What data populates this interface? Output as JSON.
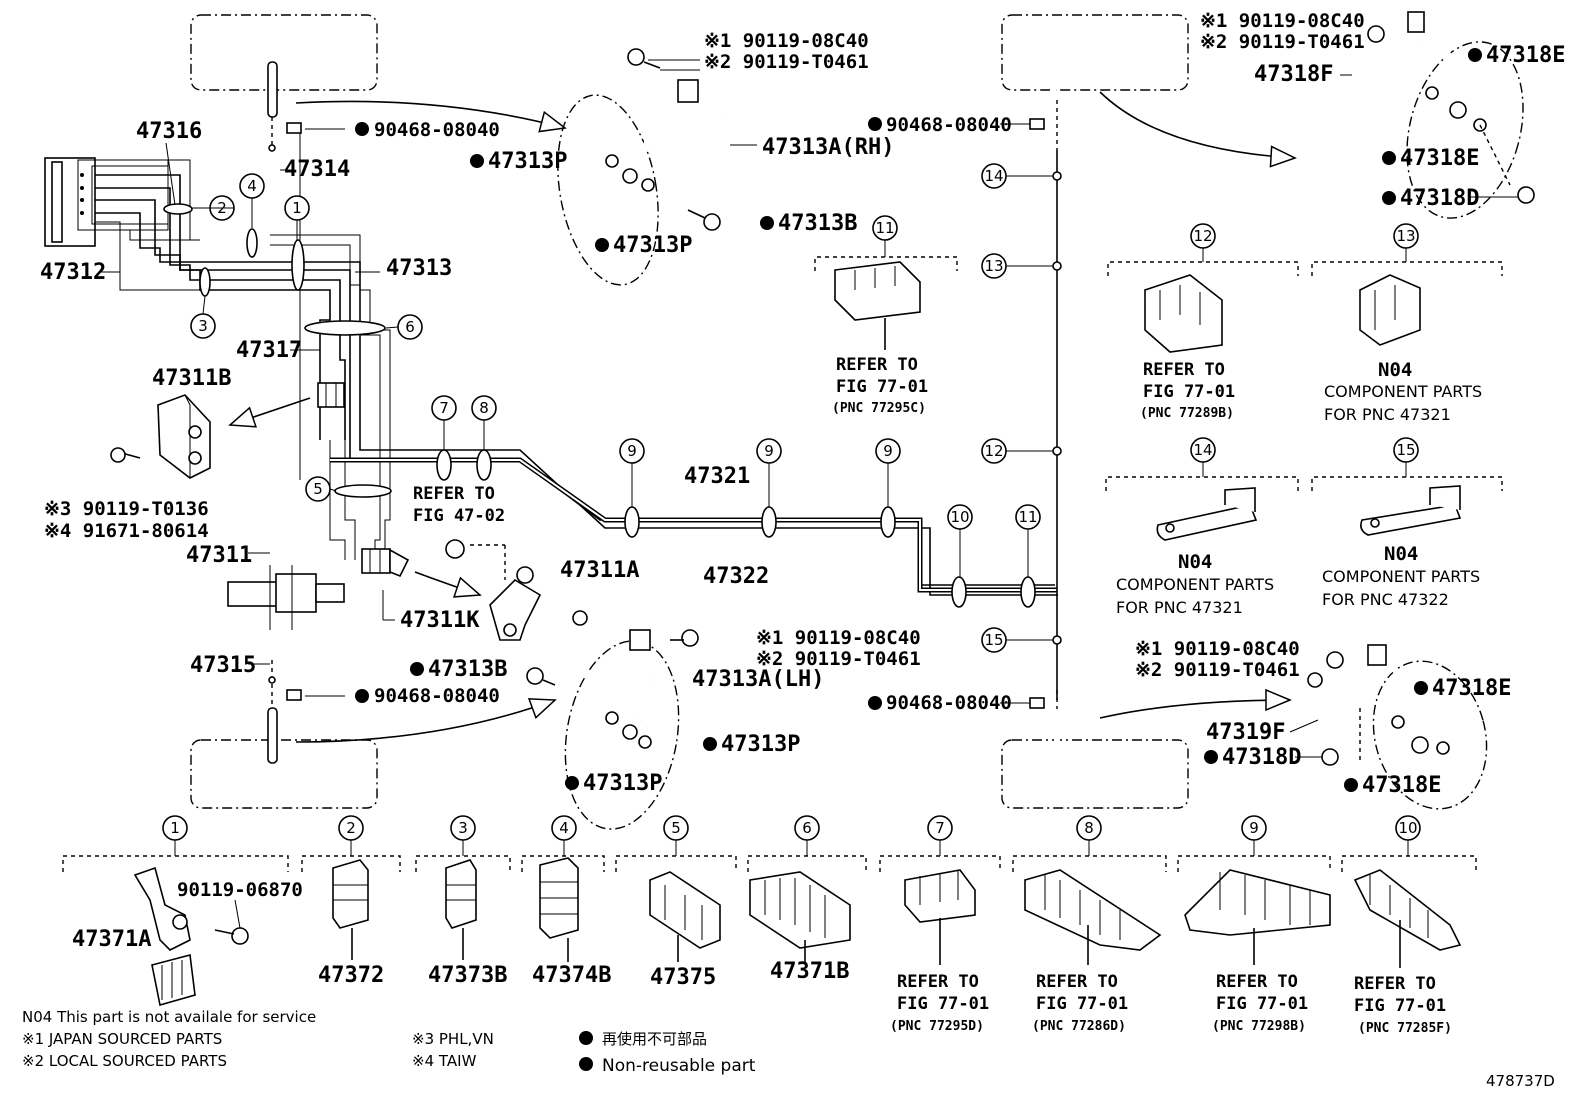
{
  "labels": {
    "p47316": "47316",
    "p47314": "47314",
    "p47312": "47312",
    "p47313": "47313",
    "p47317": "47317",
    "p47311B": "47311B",
    "p47311": "47311",
    "p47311K": "47311K",
    "p47315": "47315",
    "p47311A": "47311A",
    "p47321": "47321",
    "p47322": "47322",
    "p47313A_RH": "47313A(RH)",
    "p47313A_LH": "47313A(LH)",
    "p47313P_1": "47313P",
    "p47313P_2": "47313P",
    "p47313P_3": "47313P",
    "p47313P_4": "47313P",
    "p47313B_1": "47313B",
    "p47313B_2": "47313B",
    "p47318F": "47318F",
    "p47319F": "47319F",
    "p47318E_1": "47318E",
    "p47318E_2": "47318E",
    "p47318E_3": "47318E",
    "p47318E_4": "47318E",
    "p47318D_1": "47318D",
    "p47318D_2": "47318D",
    "p90468_1": "90468-08040",
    "p90468_2": "90468-08040",
    "p90468_3": "90468-08040",
    "p90468_4": "90468-08040",
    "b_rh_1": "※1 90119-08C40",
    "b_rh_2": "※2 90119-T0461",
    "b_lh_1": "※1 90119-08C40",
    "b_lh_2": "※2 90119-T0461",
    "b_rr_1": "※1 90119-08C40",
    "b_rr_2": "※2 90119-T0461",
    "b_rl_1": "※1 90119-08C40",
    "b_rl_2": "※2 90119-T0461",
    "b_3": "※3 90119-T0136",
    "b_4": "※4 91671-80614",
    "refer_to": "REFER TO",
    "fig_47_02": "FIG 47-02",
    "fig_77_01": "FIG 77-01",
    "pnc_77295C_a": "(PNC 77295C)",
    "pnc_77289B": "(PNC 77289B)",
    "pnc_77295D": "(PNC 77295D)",
    "pnc_77286D": "(PNC 77286D)",
    "pnc_77298B": "(PNC 77298B)",
    "pnc_77285F": "(PNC 77285F)",
    "n04": "N04",
    "component_parts": "COMPONENT PARTS",
    "for_47321": "FOR PNC 47321",
    "for_47322": "FOR PNC 47322",
    "p90119_06870": "90119-06870",
    "p47371A": "47371A",
    "p47372": "47372",
    "p47373B": "47373B",
    "p47374B": "47374B",
    "p47375": "47375",
    "p47371B": "47371B"
  },
  "callouts": [
    "1",
    "2",
    "3",
    "4",
    "5",
    "6",
    "7",
    "8",
    "9",
    "10",
    "11",
    "12",
    "13",
    "14",
    "15"
  ],
  "notes": {
    "n04": "N04  This part is not availale for service",
    "n1": "※1 JAPAN SOURCED PARTS",
    "n2": "※2 LOCAL SOURCED PARTS",
    "n3": "※3 PHL,VN",
    "n4": "※4 TAIW",
    "nr_jp": "再使用不可部品",
    "nr_en": "Non-reusable part",
    "fig_id": "478737D"
  }
}
